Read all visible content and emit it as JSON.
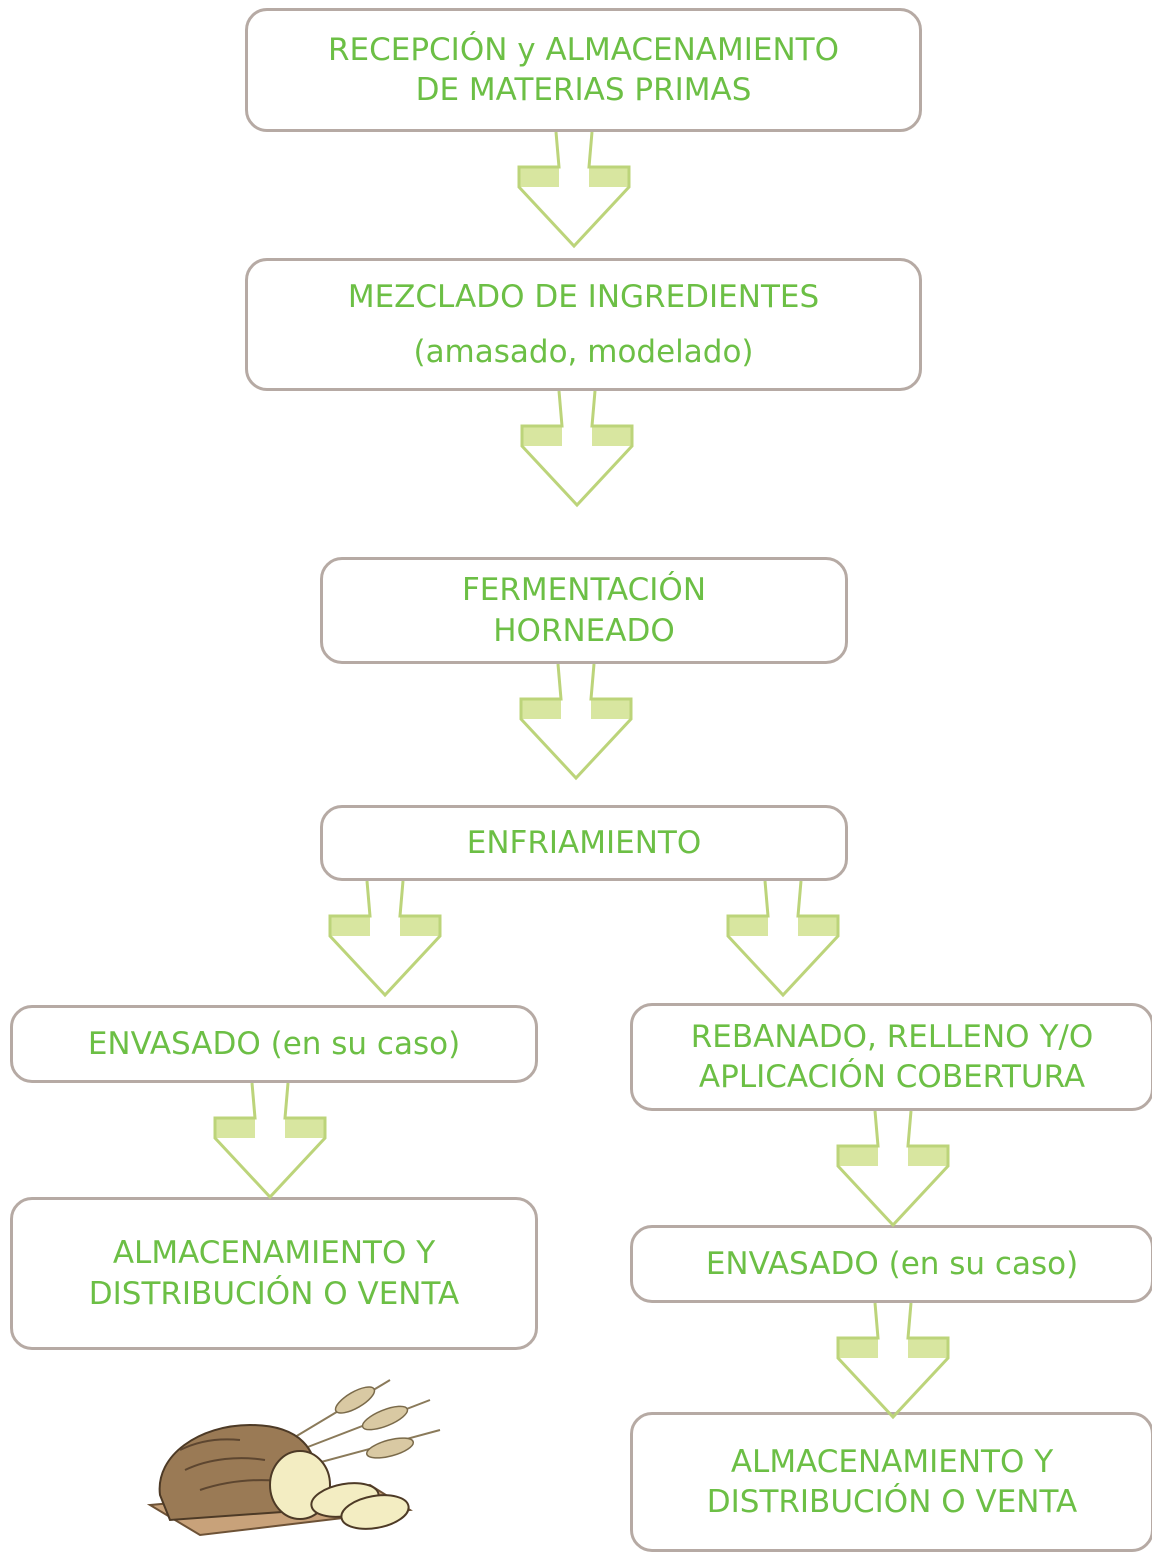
{
  "flowchart": {
    "steps": {
      "recepcion": [
        "RECEPCIÓN y ALMACENAMIENTO",
        "DE MATERIAS PRIMAS"
      ],
      "mezclado": [
        "MEZCLADO DE INGREDIENTES",
        "(amasado, modelado)"
      ],
      "fermentacion": [
        "FERMENTACIÓN",
        "HORNEADO"
      ],
      "enfriamiento": [
        "ENFRIAMIENTO"
      ],
      "envasado_left": [
        "ENVASADO (en su caso)"
      ],
      "almacenamiento_left": [
        "ALMACENAMIENTO Y",
        "DISTRIBUCIÓN O VENTA"
      ],
      "rebanado": [
        "REBANADO, RELLENO Y/O",
        "APLICACIÓN COBERTURA"
      ],
      "envasado_right": [
        "ENVASADO (en su caso)"
      ],
      "almacenamiento_right": [
        "ALMACENAMIENTO Y",
        "DISTRIBUCIÓN O VENTA"
      ]
    },
    "colors": {
      "text": "#6cbf45",
      "box_border": "#b6aaa4",
      "arrow_fill": "#d8e6a0",
      "arrow_stroke": "#bcd47a"
    },
    "illustration": "bread-loaf-with-wheat-icon"
  }
}
